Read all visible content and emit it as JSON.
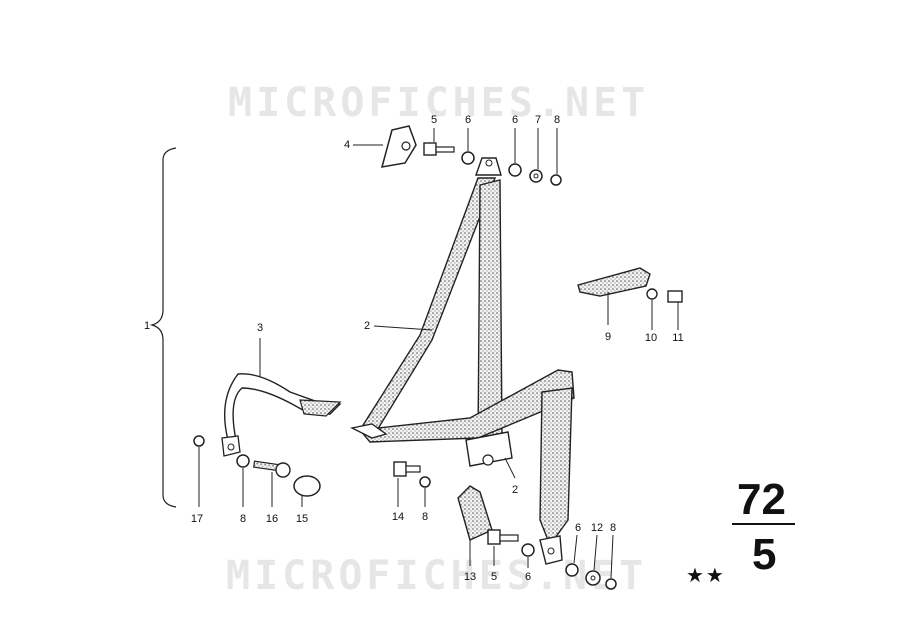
{
  "watermark": {
    "top": "MICROFICHES.NET",
    "bottom": "MICROFICHES.NET"
  },
  "labels": {
    "l1": "1",
    "l2a": "2",
    "l2b": "2",
    "l3": "3",
    "l4": "4",
    "l5a": "5",
    "l6a": "6",
    "l6b": "6",
    "l7": "7",
    "l8a": "8",
    "l9": "9",
    "l10": "10",
    "l11": "11",
    "l17": "17",
    "l8b": "8",
    "l16": "16",
    "l15": "15",
    "l14": "14",
    "l8c": "8",
    "l13": "13",
    "l5b": "5",
    "l6c": "6",
    "l6d": "6",
    "l12": "12",
    "l8d": "8"
  },
  "page_ref": {
    "top": "72",
    "bottom": "5"
  },
  "marks": "★★"
}
